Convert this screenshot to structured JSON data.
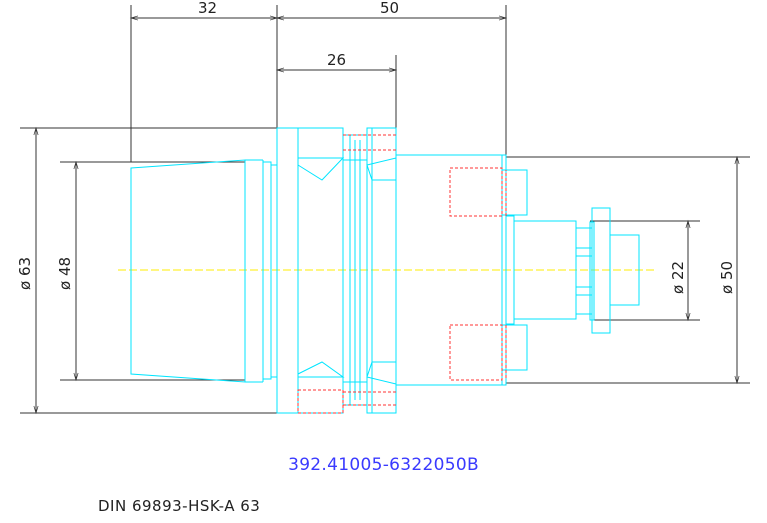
{
  "drawing": {
    "dimensions": {
      "top_left": "32",
      "top_right": "50",
      "mid": "26",
      "dia_63": "ø 63",
      "dia_48": "ø 48",
      "dia_22": "ø 22",
      "dia_50": "ø 50"
    },
    "part_number": "392.41005-6322050B",
    "standard": "DIN 69893-HSK-A 63",
    "colors": {
      "outline": "#00e5ff",
      "hidden": "#ff3333",
      "centerline": "#ffee00",
      "dimension": "#333333",
      "label": "#3a3aff"
    }
  }
}
